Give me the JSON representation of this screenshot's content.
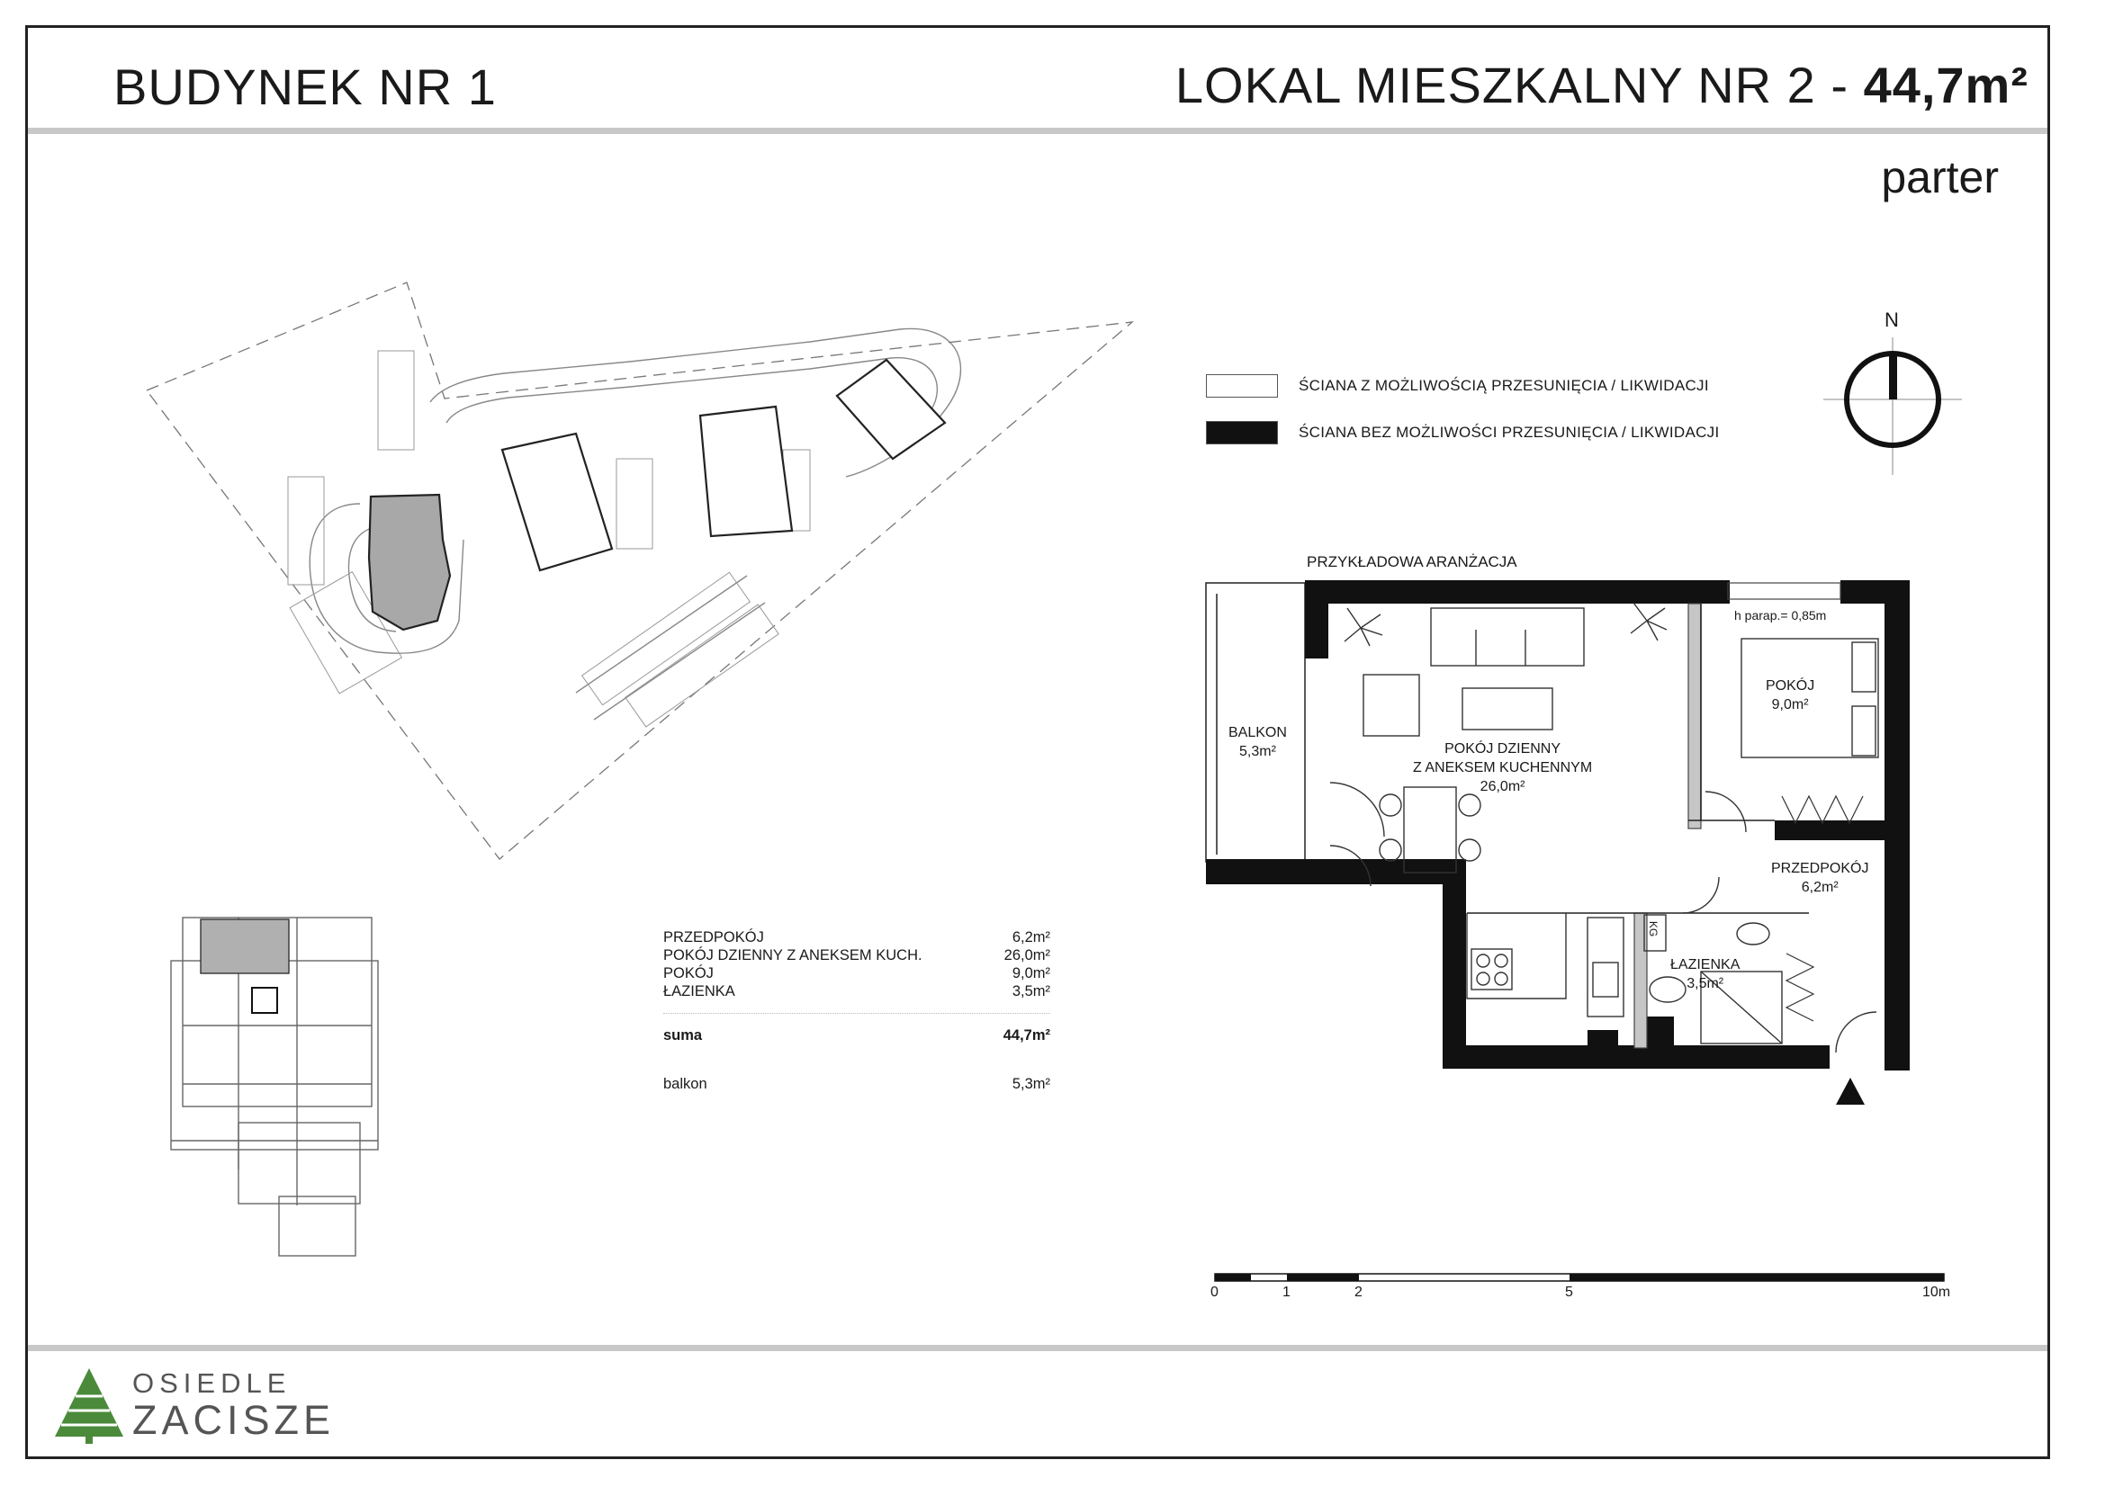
{
  "header": {
    "building": "BUDYNEK NR 1",
    "apartment_prefix": "LOKAL MIESZKALNY NR 2 - ",
    "apartment_area": "44,7m²",
    "floor": "parter"
  },
  "compass": {
    "north_label": "N"
  },
  "legend": {
    "movable_wall": {
      "label": "ŚCIANA Z MOŻLIWOŚCIĄ PRZESUNIĘCIA / LIKWIDACJI",
      "color": "#c8c8c8"
    },
    "fixed_wall": {
      "label": "ŚCIANA BEZ MOŻLIWOŚCI PRZESUNIĘCIA / LIKWIDACJI",
      "color": "#111111"
    }
  },
  "plan": {
    "caption": "PRZYKŁADOWA ARANŻACJA",
    "sill_height": "h parap.= 0,85m",
    "storage_tag": "KG",
    "rooms": [
      {
        "name": "BALKON",
        "area": "5,3m²"
      },
      {
        "name_line1": "POKÓJ DZIENNY",
        "name_line2": "Z ANEKSEM KUCHENNYM",
        "area": "26,0m²"
      },
      {
        "name": "POKÓJ",
        "area": "9,0m²"
      },
      {
        "name": "PRZEDPOKÓJ",
        "area": "6,2m²"
      },
      {
        "name": "ŁAZIENKA",
        "area": "3,5m²"
      }
    ]
  },
  "area_table": {
    "rows": [
      {
        "name": "PRZEDPOKÓJ",
        "value": "6,2m²"
      },
      {
        "name": "POKÓJ DZIENNY Z ANEKSEM KUCH.",
        "value": "26,0m²"
      },
      {
        "name": "POKÓJ",
        "value": "9,0m²"
      },
      {
        "name": "ŁAZIENKA",
        "value": "3,5m²"
      }
    ],
    "sum": {
      "name": "suma",
      "value": "44,7m²"
    },
    "balcony": {
      "name": "balkon",
      "value": "5,3m²"
    }
  },
  "scale_bar": {
    "ticks": [
      "0",
      "1",
      "2",
      "5",
      "10m"
    ]
  },
  "logo": {
    "line1": "OSIEDLE",
    "line2": "ZACISZE",
    "accent_color": "#4a8a3a"
  }
}
